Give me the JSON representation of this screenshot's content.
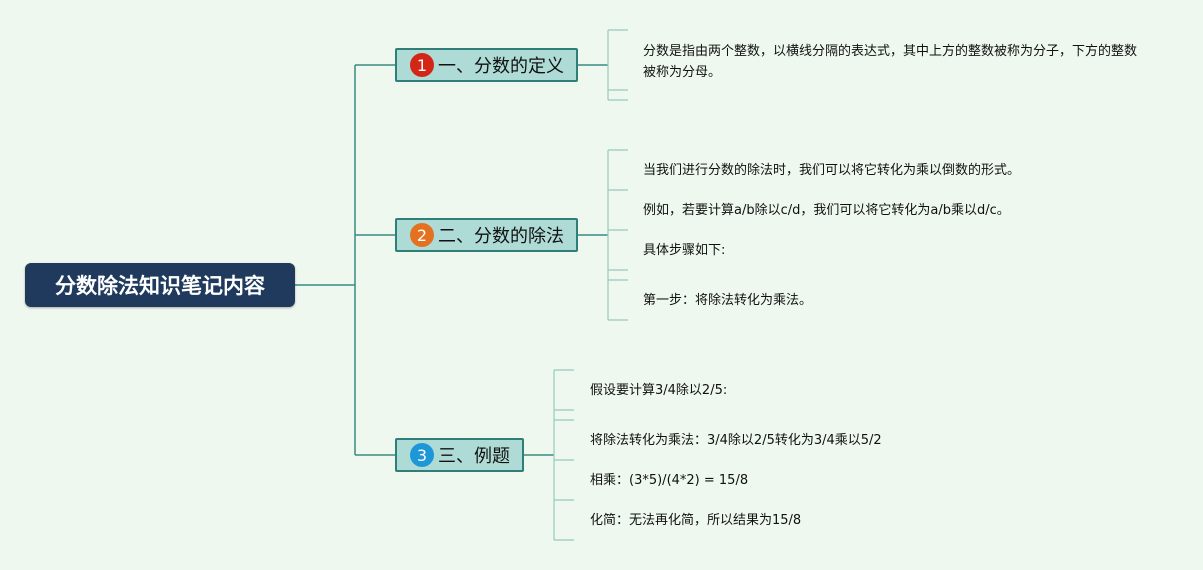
{
  "root": {
    "title": "分数除法知识笔记内容"
  },
  "branches": [
    {
      "number": "1",
      "title": "一、分数的定义",
      "badge_color": "#d32617",
      "items": [
        "分数是指由两个整数，以横线分隔的表达式，其中上方的整数被称为分子，下方的整数被称为分母。"
      ]
    },
    {
      "number": "2",
      "title": "二、分数的除法",
      "badge_color": "#e4711f",
      "items": [
        "当我们进行分数的除法时，我们可以将它转化为乘以倒数的形式。",
        "例如，若要计算a/b除以c/d，我们可以将它转化为a/b乘以d/c。",
        "具体步骤如下:",
        "第一步：将除法转化为乘法。"
      ]
    },
    {
      "number": "3",
      "title": "三、例题",
      "badge_color": "#1d97d7",
      "items": [
        "假设要计算3/4除以2/5:",
        "将除法转化为乘法：3/4除以2/5转化为3/4乘以5/2",
        "相乘：(3*5)/(4*2) = 15/8",
        "化简：无法再化简，所以结果为15/8"
      ]
    }
  ],
  "colors": {
    "background": "#eef8ee",
    "root": "#1f3a5c",
    "branch_fill": "#aedbd6",
    "branch_border": "#2f7f78",
    "connector": "#3a8a82",
    "leaf_line": "#97c9c0"
  }
}
